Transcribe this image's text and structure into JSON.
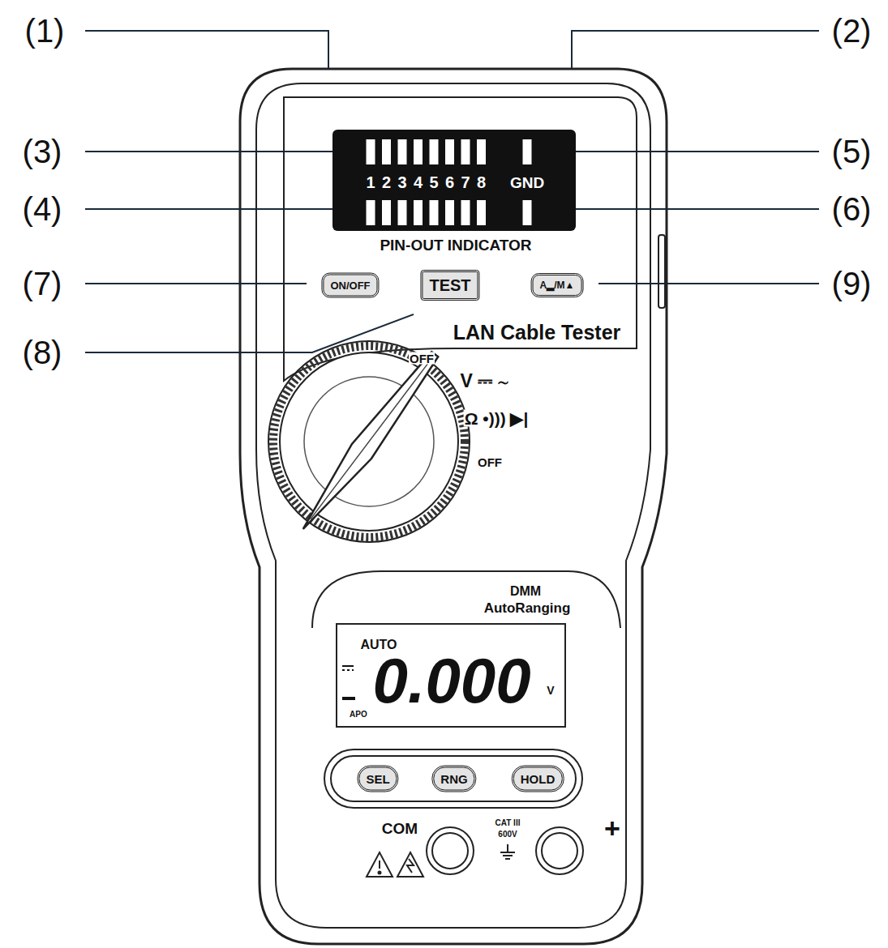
{
  "diagram": {
    "nodes": [
      {
        "text": [
          "1",
          "2",
          "3",
          "4",
          "5",
          "6",
          "7",
          "8",
          "GND"
        ]
      },
      {
        "text": [
          "ON/OFF"
        ]
      },
      {
        "text": [
          "TEST"
        ]
      },
      {
        "text": [
          "A▂/M▲"
        ]
      },
      {
        "text": [
          "AUTO",
          "0.000",
          "V",
          "APO"
        ]
      },
      {
        "text": [
          "SEL"
        ]
      },
      {
        "text": [
          "RNG"
        ]
      },
      {
        "text": [
          "HOLD"
        ]
      }
    ],
    "labels": [
      "(1)",
      "(2)",
      "(3)",
      "(5)",
      "(4)",
      "(6)",
      "(7)",
      "(9)",
      "(8)",
      "PIN-OUT INDICATOR",
      "LAN Cable Tester",
      "OFF",
      "V ⎓ ∼",
      "Ω •))) ▶|",
      "OFF",
      "DMM",
      "AutoRanging",
      "COM",
      "CAT III",
      "600V",
      "+"
    ]
  }
}
